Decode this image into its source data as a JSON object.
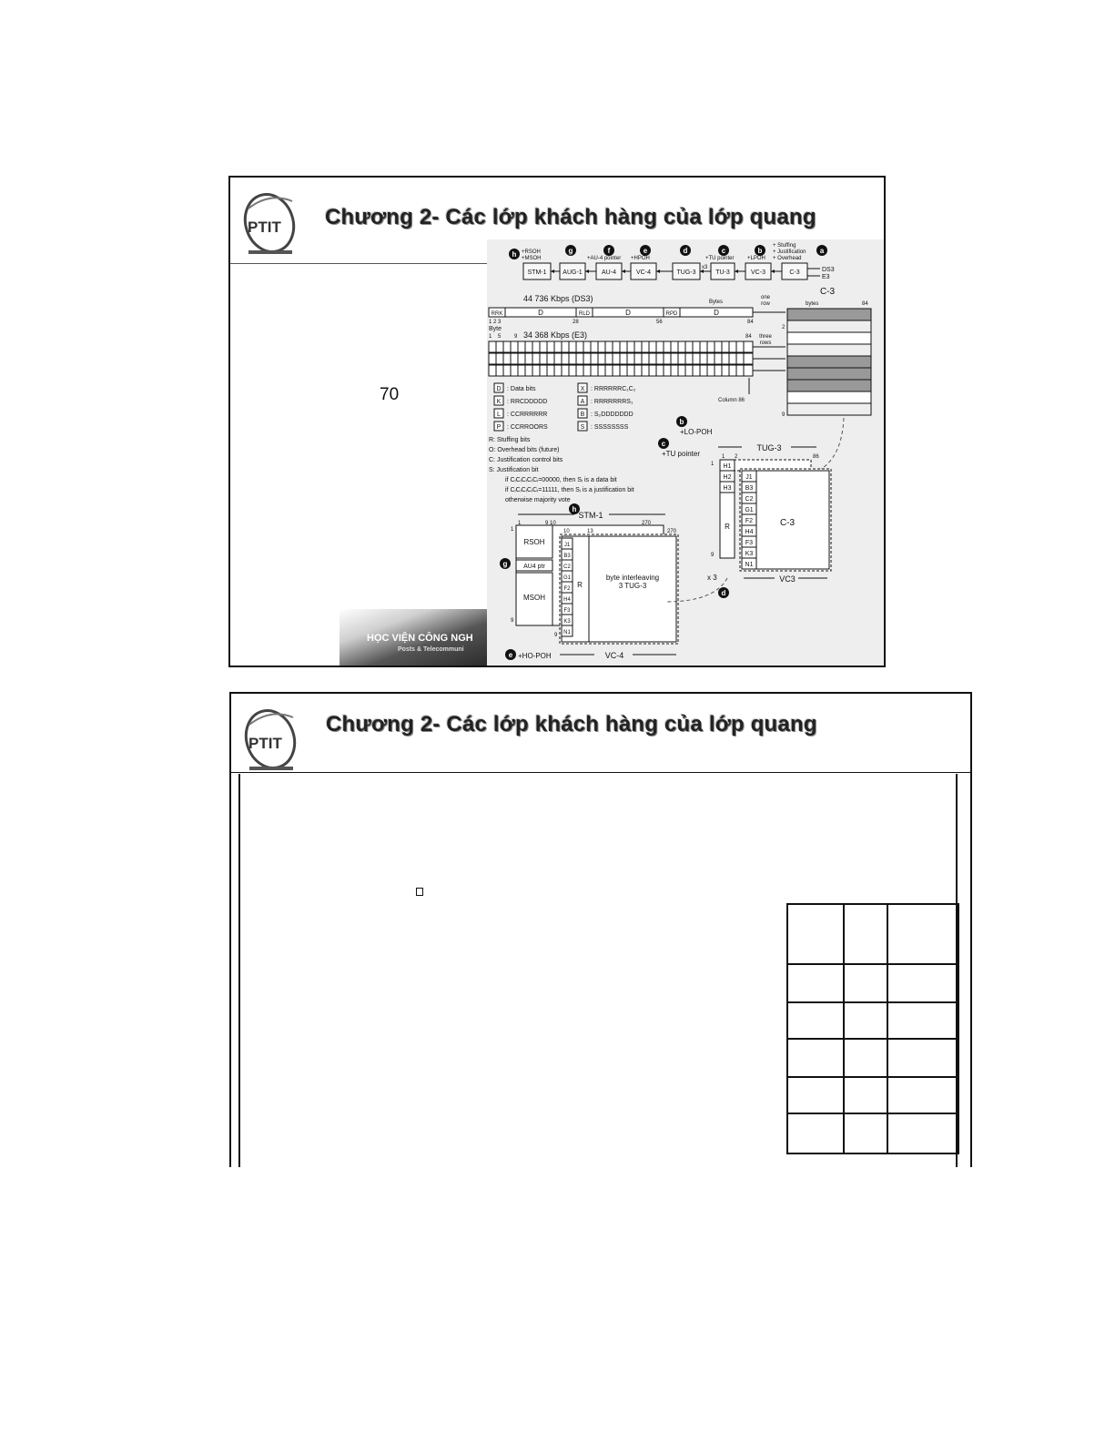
{
  "slides": [
    {
      "logo_text": "PTIT",
      "title": "Chương 2- Các lớp khách hàng của lớp quang",
      "page_number": "70",
      "footer": {
        "institute": "HỌC VIỆN CÔNG NGH",
        "sub": "Posts & Telecommuni"
      },
      "diagram": {
        "chain": {
          "boxes": [
            "STM-1",
            "AUG-1",
            "AU-4",
            "VC-4",
            "TUG-3",
            "TU-3",
            "VC-3",
            "C-3"
          ],
          "labels": {
            "h": "+RSOH\n+MSOH",
            "f": "+AU-4 pointer",
            "e": "+HPOH",
            "x3": "x3",
            "c": "+TU pointer",
            "b": "+LPOH",
            "a": "+ Stuffing\n+ Justification\n+ Overhead"
          },
          "inputs": [
            "DS3",
            "E3"
          ],
          "markers": [
            "h",
            "g",
            "f",
            "e",
            "d",
            "c",
            "b",
            "a"
          ]
        },
        "ds3": {
          "title": "44 736 Kbps (DS3)",
          "bytes_label": "Bytes",
          "row_cells": [
            "RRK",
            "D",
            "RLD",
            "D",
            "RPD",
            "D"
          ],
          "ticks": [
            "1 2 3",
            "28",
            "56",
            "84"
          ],
          "one_row": "one\nrow"
        },
        "e3": {
          "byte_label": "Byte",
          "ticks": [
            "1",
            "5",
            "9"
          ],
          "title": "34 368 Kbps (E3)",
          "end_tick": "84",
          "three_rows": "three\nrows",
          "column_label": "Column 86"
        },
        "c3_block": {
          "title": "C-3",
          "bytes_label": "bytes",
          "cols": "84",
          "row_2": "2",
          "row_9": "9"
        },
        "legend": [
          {
            "code": "D",
            "desc": ": Data bits"
          },
          {
            "code": "K",
            "desc": ": RRCDDDDD"
          },
          {
            "code": "L",
            "desc": ": CCRRRRRR"
          },
          {
            "code": "P",
            "desc": ": CCRROORS"
          },
          {
            "code": "X",
            "desc": ": RRRRRRC₁C₂"
          },
          {
            "code": "A",
            "desc": ": RRRRRRRS₁"
          },
          {
            "code": "B",
            "desc": ": S₂DDDDDDD"
          },
          {
            "code": "S",
            "desc": ": SSSSSSSS"
          }
        ],
        "notes": [
          "R: Stuffing bits",
          "O: Overhead bits (future)",
          "C: Justification control bits",
          "S: Justification bit",
          "if CᵢCᵢCᵢCᵢCᵢ=00000, then Sᵢ is a data bit",
          "if CᵢCᵢCᵢCᵢCᵢ=11111, then Sᵢ is a justification bit",
          "otherwise majority vote"
        ],
        "lo_poh": "+LO-POH",
        "tu_pointer": "+TU pointer",
        "tug3": {
          "title": "TUG-3",
          "cols": [
            "1",
            "2",
            "86"
          ],
          "ptr_rows": [
            "H1",
            "H2",
            "H3"
          ],
          "r_label": "R",
          "row_1": "1",
          "row_9": "9"
        },
        "vc3": {
          "rows": [
            "J1",
            "B3",
            "C2",
            "G1",
            "F2",
            "H4",
            "F3",
            "K3",
            "N1"
          ],
          "payload": "C-3",
          "label": "VC3"
        },
        "stm1": {
          "title": "STM-1",
          "cols": [
            "1",
            "9 10",
            "270"
          ],
          "rows": [
            "1",
            "9"
          ],
          "rsoh": "RSOH",
          "au4ptr": "AU4 ptr",
          "msoh": "MSOH",
          "inner_cols": [
            "10",
            "13",
            "270"
          ],
          "poh": [
            "J1",
            "B3",
            "C2",
            "G1",
            "F2",
            "H4",
            "F3",
            "K3",
            "N1"
          ],
          "r_label": "R",
          "payload": "byte interleaving\n3 TUG-3",
          "x3": "x 3",
          "ho_poh": "+HO-POH",
          "vc4": "VC-4"
        }
      }
    },
    {
      "logo_text": "PTIT",
      "title": "Chương 2- Các lớp khách hàng của lớp quang"
    }
  ]
}
